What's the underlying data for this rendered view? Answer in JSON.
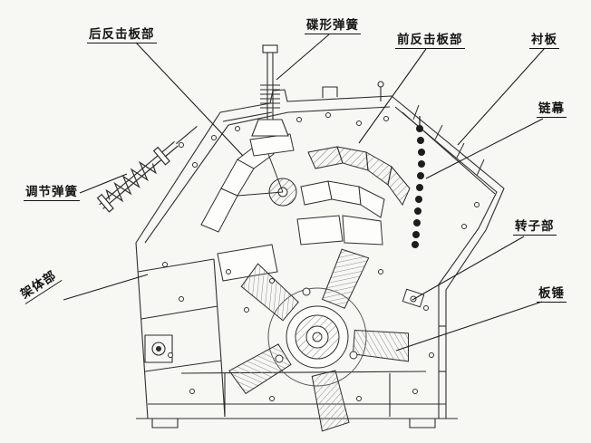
{
  "page": {
    "background": "#f7f7f4",
    "line_color": "#2e2e2e"
  },
  "diagram": {
    "labels": {
      "rear_impact_plate": "后反击板部",
      "disc_spring": "碟形弹簧",
      "front_impact_plate": "前反击板部",
      "liner_plate": "衬板",
      "chain_curtain": "链幕",
      "adjusting_spring": "调节弹簧",
      "rotor": "转子部",
      "frame_body": "架体部",
      "blow_bar": "板锤"
    }
  }
}
